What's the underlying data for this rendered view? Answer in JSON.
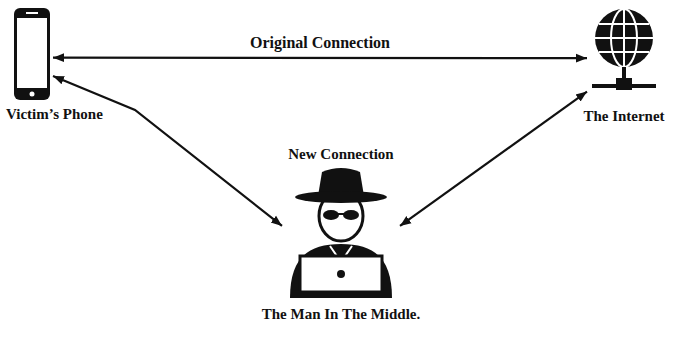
{
  "diagram": {
    "nodes": [
      {
        "text": [
          "Victim’s Phone"
        ]
      },
      {
        "text": [
          "The Internet"
        ]
      },
      {
        "text": [
          "The Man In The Middle."
        ]
      }
    ],
    "edges": [
      {
        "from": 0,
        "to": 1,
        "arrow": "both",
        "label": "Original Connection"
      },
      {
        "from": 0,
        "to": 2,
        "arrow": "both"
      },
      {
        "from": 2,
        "to": 1,
        "arrow": "both"
      }
    ],
    "labels": [
      "New Connection"
    ]
  }
}
